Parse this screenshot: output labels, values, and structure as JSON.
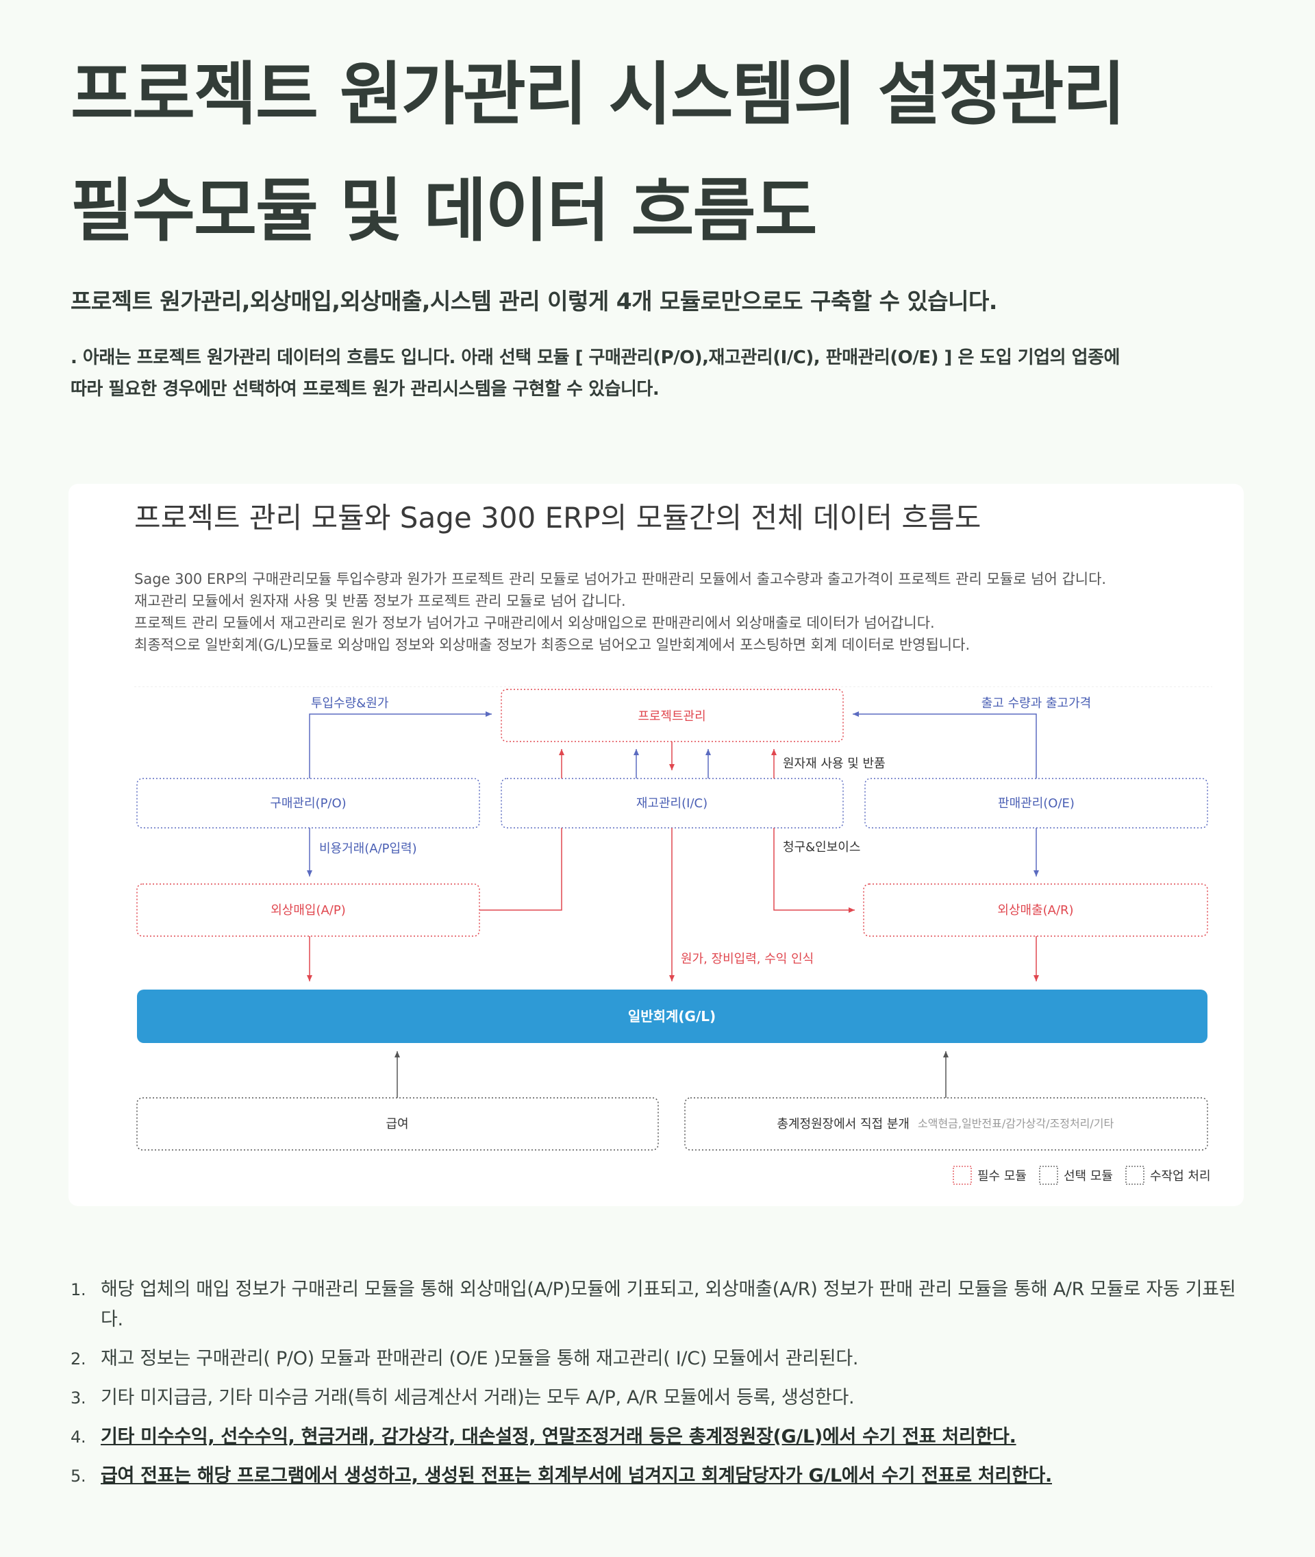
{
  "header": {
    "title_line1": "프로젝트 원가관리 시스템의 설정관리",
    "title_line2": "필수모듈 및 데이터 흐름도",
    "subtitle": "프로젝트 원가관리,외상매입,외상매출,시스템 관리  이렇게 4개 모듈로만으로도 구축할 수 있습니다.",
    "intro_line1": ". 아래는 프로젝트 원가관리 데이터의 흐름도 입니다.  아래 선택 모듈 [ 구매관리(P/O),재고관리(I/C), 판매관리(O/E) ] 은 도입 기업의 업종에",
    "intro_line2": "따라 필요한 경우에만 선택하여  프로젝트 원가 관리시스템을 구현할 수 있습니다."
  },
  "diagram": {
    "title": "프로젝트 관리 모듈와 Sage 300 ERP의 모듈간의 전체 데이터 흐름도",
    "desc": [
      "Sage 300 ERP의 구매관리모듈 투입수량과 원가가 프로젝트 관리 모듈로 넘어가고 판매관리 모듈에서 출고수량과 출고가격이 프로젝트 관리 모듈로 넘어 갑니다.",
      "재고관리 모듈에서 원자재 사용 및 반품 정보가 프로젝트 관리 모듈로 넘어 갑니다.",
      "프로젝트 관리 모듈에서 재고관리로 원가 정보가 넘어가고 구매관리에서 외상매입으로 판매관리에서 외상매출로 데이터가 넘어갑니다.",
      "최종적으로 일반회계(G/L)모듈로 외상매입 정보와 외상매출 정보가 최종으로 넘어오고 일반회계에서 포스팅하면 회계 데이터로 반영됩니다."
    ],
    "nodes": {
      "project": "프로젝트관리",
      "po": "구매관리(P/O)",
      "ic": "재고관리(I/C)",
      "oe": "판매관리(O/E)",
      "ap": "외상매입(A/P)",
      "ar": "외상매출(A/R)",
      "gl": "일반회계(G/L)",
      "payroll": "급여",
      "gl_direct": "총계정원장에서 직접 분개",
      "gl_direct_note": "소액현금,일반전표/감가상각/조정처리/기타"
    },
    "edges": {
      "qty_cost": "투입수량&원가",
      "ship_qty_price": "출고 수량과 출고가격",
      "material_return": "원자재 사용 및 반품",
      "expense": "비용거래(A/P입력)",
      "billing": "청구&인보이스",
      "cost_entry": "원가, 장비입력, 수익 인식"
    },
    "legend": [
      "필수 모듈",
      "선택 모듈",
      "수작업 처리"
    ],
    "colors": {
      "required": "#e0474f",
      "optional": "#5b6bc0",
      "manual": "#555555",
      "gl_fill": "#2e9ad6"
    }
  },
  "notes": [
    "해당 업체의 매입 정보가 구매관리 모듈을 통해 외상매입(A/P)모듈에 기표되고, 외상매출(A/R) 정보가 판매 관리 모듈을 통해 A/R 모듈로 자동 기표된다.",
    "재고 정보는 구매관리( P/O) 모듈과 판매관리 (O/E )모듈을 통해 재고관리( I/C) 모듈에서 관리된다.",
    "기타 미지급금, 기타 미수금 거래(특히 세금계산서 거래)는 모두 A/P, A/R 모듈에서 등록, 생성한다.",
    "기타 미수수익, 선수수익, 현금거래, 감가상각, 대손설정, 연말조정거래 등은 총계정원장(G/L)에서 수기 전표 처리한다.",
    "급여 전표는 해당 프로그램에서 생성하고, 생성된 전표는 회계부서에 넘겨지고 회계담당자가 G/L에서  수기 전표로 처리한다."
  ],
  "note_numbers": [
    "1.",
    "2.",
    "3.",
    "4.",
    "5."
  ]
}
